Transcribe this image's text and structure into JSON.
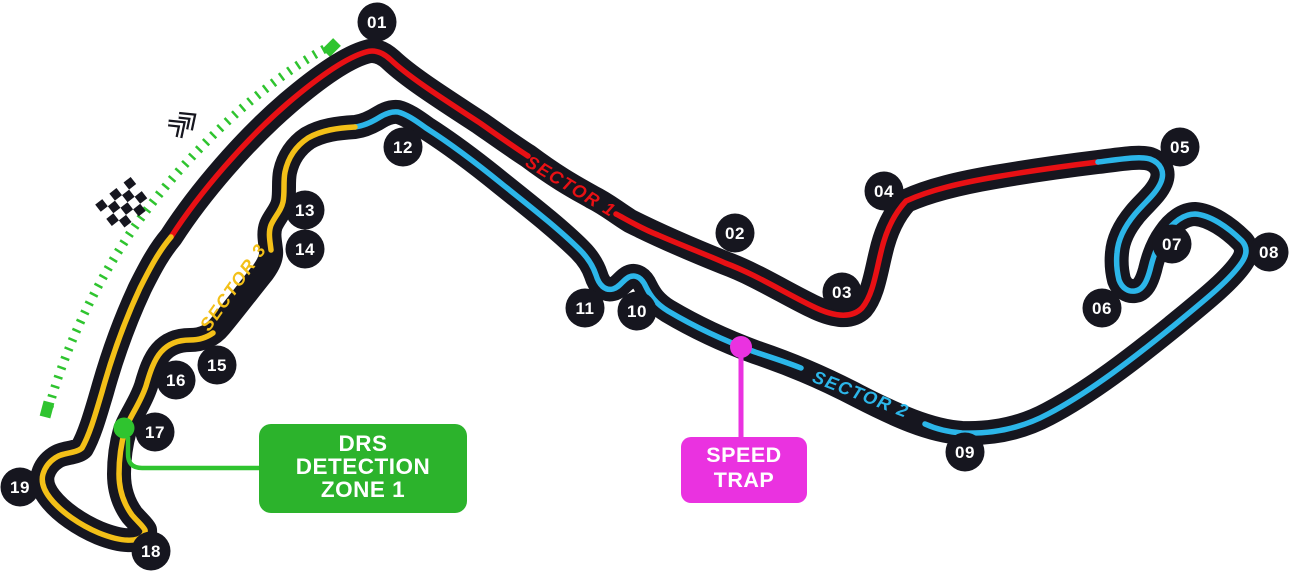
{
  "corners": [
    {
      "label": "01"
    },
    {
      "label": "02"
    },
    {
      "label": "03"
    },
    {
      "label": "04"
    },
    {
      "label": "05"
    },
    {
      "label": "06"
    },
    {
      "label": "07"
    },
    {
      "label": "08"
    },
    {
      "label": "09"
    },
    {
      "label": "10"
    },
    {
      "label": "11"
    },
    {
      "label": "12"
    },
    {
      "label": "13"
    },
    {
      "label": "14"
    },
    {
      "label": "15"
    },
    {
      "label": "16"
    },
    {
      "label": "17"
    },
    {
      "label": "18"
    },
    {
      "label": "19"
    }
  ],
  "sector_labels": {
    "sector1": "SECTOR 1",
    "sector2": "SECTOR 2",
    "sector3": "SECTOR 3"
  },
  "drs_detection": {
    "line1": "DRS",
    "line2": "DETECTION",
    "line3": "ZONE 1"
  },
  "speed_trap": {
    "line1": "SPEED",
    "line2": "TRAP"
  },
  "colors": {
    "track_dark": "#16161f",
    "sector1_red": "#e81014",
    "sector2_cyan": "#2cb6e9",
    "sector3_yellow": "#f3c018",
    "drs_zone_green": "#2fc42f",
    "drs_box_green": "#2cb32c",
    "speed_trap_magenta": "#ea32e0",
    "label_text": "#ffffff"
  },
  "icons": {
    "flag": "checkered-flag-icon",
    "chevrons": "direction-chevrons-icon",
    "drs_dashes": "drs-zone-dashed-line"
  }
}
